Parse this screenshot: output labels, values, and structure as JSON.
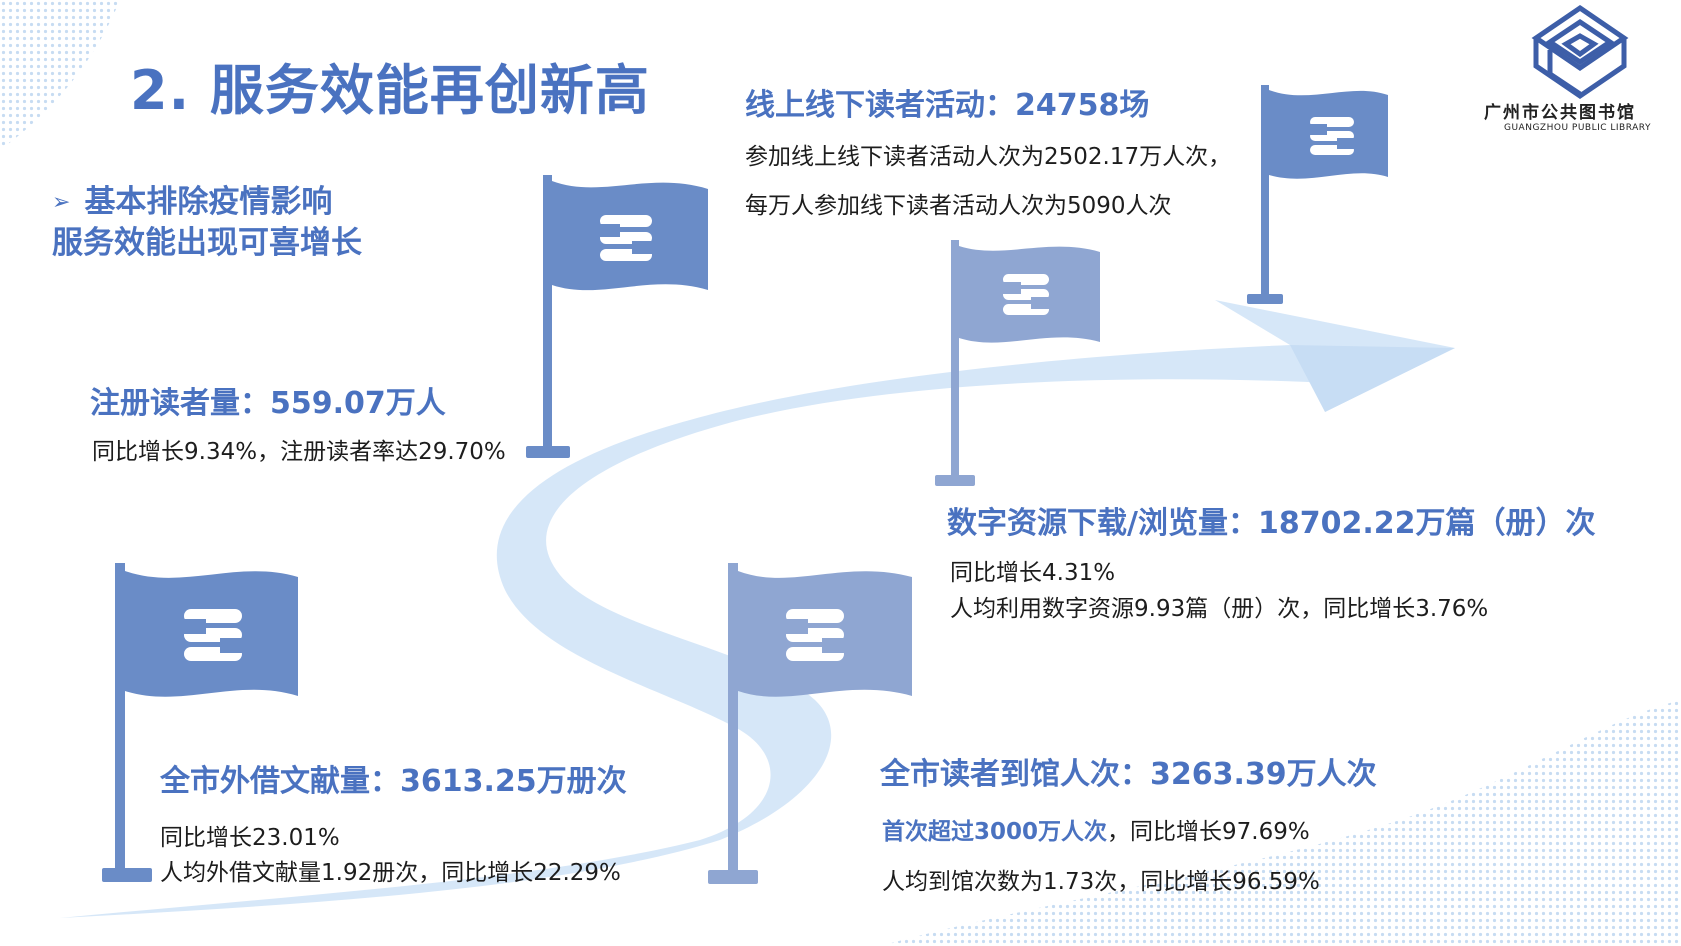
{
  "title": "2. 服务效能再创新高",
  "intro": {
    "line1": "基本排除疫情影响",
    "line2": "服务效能出现可喜增长"
  },
  "logo": {
    "name_zh": "广州市公共图书馆",
    "name_en": "GUANGZHOU PUBLIC LIBRARY"
  },
  "stats": {
    "activities": {
      "heading": "线上线下读者活动：24758场",
      "line1": "参加线上线下读者活动人次为2502.17万人次，",
      "line2": "每万人参加线下读者活动人次为5090人次"
    },
    "readers": {
      "heading": "注册读者量：559.07万人",
      "line1": "同比增长9.34%，注册读者率达29.70%"
    },
    "digital": {
      "heading": "数字资源下载/浏览量：18702.22万篇（册）次",
      "line1": "同比增长4.31%",
      "line2": "人均利用数字资源9.93篇（册）次，同比增长3.76%"
    },
    "lending": {
      "heading": "全市外借文献量：3613.25万册次",
      "line1": "同比增长23.01%",
      "line2": "人均外借文献量1.92册次，同比增长22.29%"
    },
    "visits": {
      "heading": "全市读者到馆人次：3263.39万人次",
      "line1_em": "首次超过3000万人次",
      "line1_rest": "，同比增长97.69%",
      "line2": "人均到馆次数为1.73次，同比增长96.59%"
    }
  },
  "colors": {
    "accent": "#4a72c0",
    "flag_dark": "#6a8cc7",
    "flag_light": "#8fa6d2",
    "arrow": "#cfe3f7"
  }
}
